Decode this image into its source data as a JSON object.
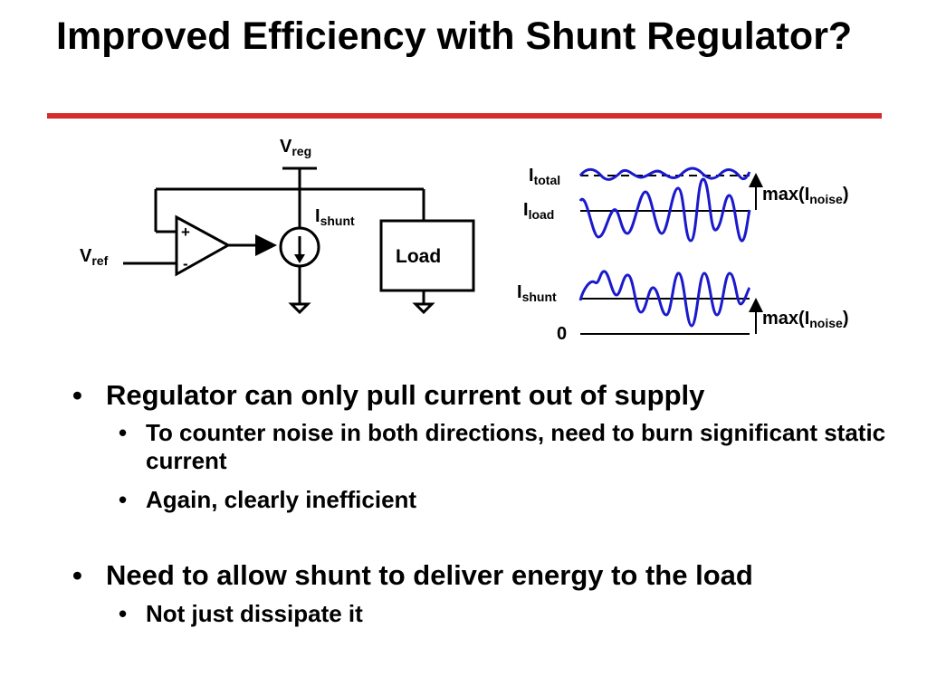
{
  "title": "Improved Efficiency with Shunt Regulator?",
  "colors": {
    "accent_rule": "#d52b2b",
    "waveform": "#1a1acc",
    "wire": "#000000"
  },
  "circuit": {
    "vreg_main": "V",
    "vreg_sub": "reg",
    "vref_main": "V",
    "vref_sub": "ref",
    "ishunt_main": "I",
    "ishunt_sub": "shunt",
    "plus": "+",
    "minus": "-",
    "load": "Load"
  },
  "waveforms": {
    "itotal_main": "I",
    "itotal_sub": "total",
    "iload_main": "I",
    "iload_sub": "load",
    "ishunt_main": "I",
    "ishunt_sub": "shunt",
    "zero": "0",
    "max_prefix": "max(I",
    "max_sub": "noise",
    "max_suffix": ")"
  },
  "bullets": [
    {
      "level": 1,
      "text": "Regulator can only pull current out of supply"
    },
    {
      "level": 2,
      "text": "To counter noise in both directions, need to burn significant static current"
    },
    {
      "level": 2,
      "text": "Again, clearly inefficient"
    },
    {
      "level": 1,
      "text": "Need to allow shunt to deliver energy to the load"
    },
    {
      "level": 2,
      "text": "Not just dissipate it"
    }
  ]
}
